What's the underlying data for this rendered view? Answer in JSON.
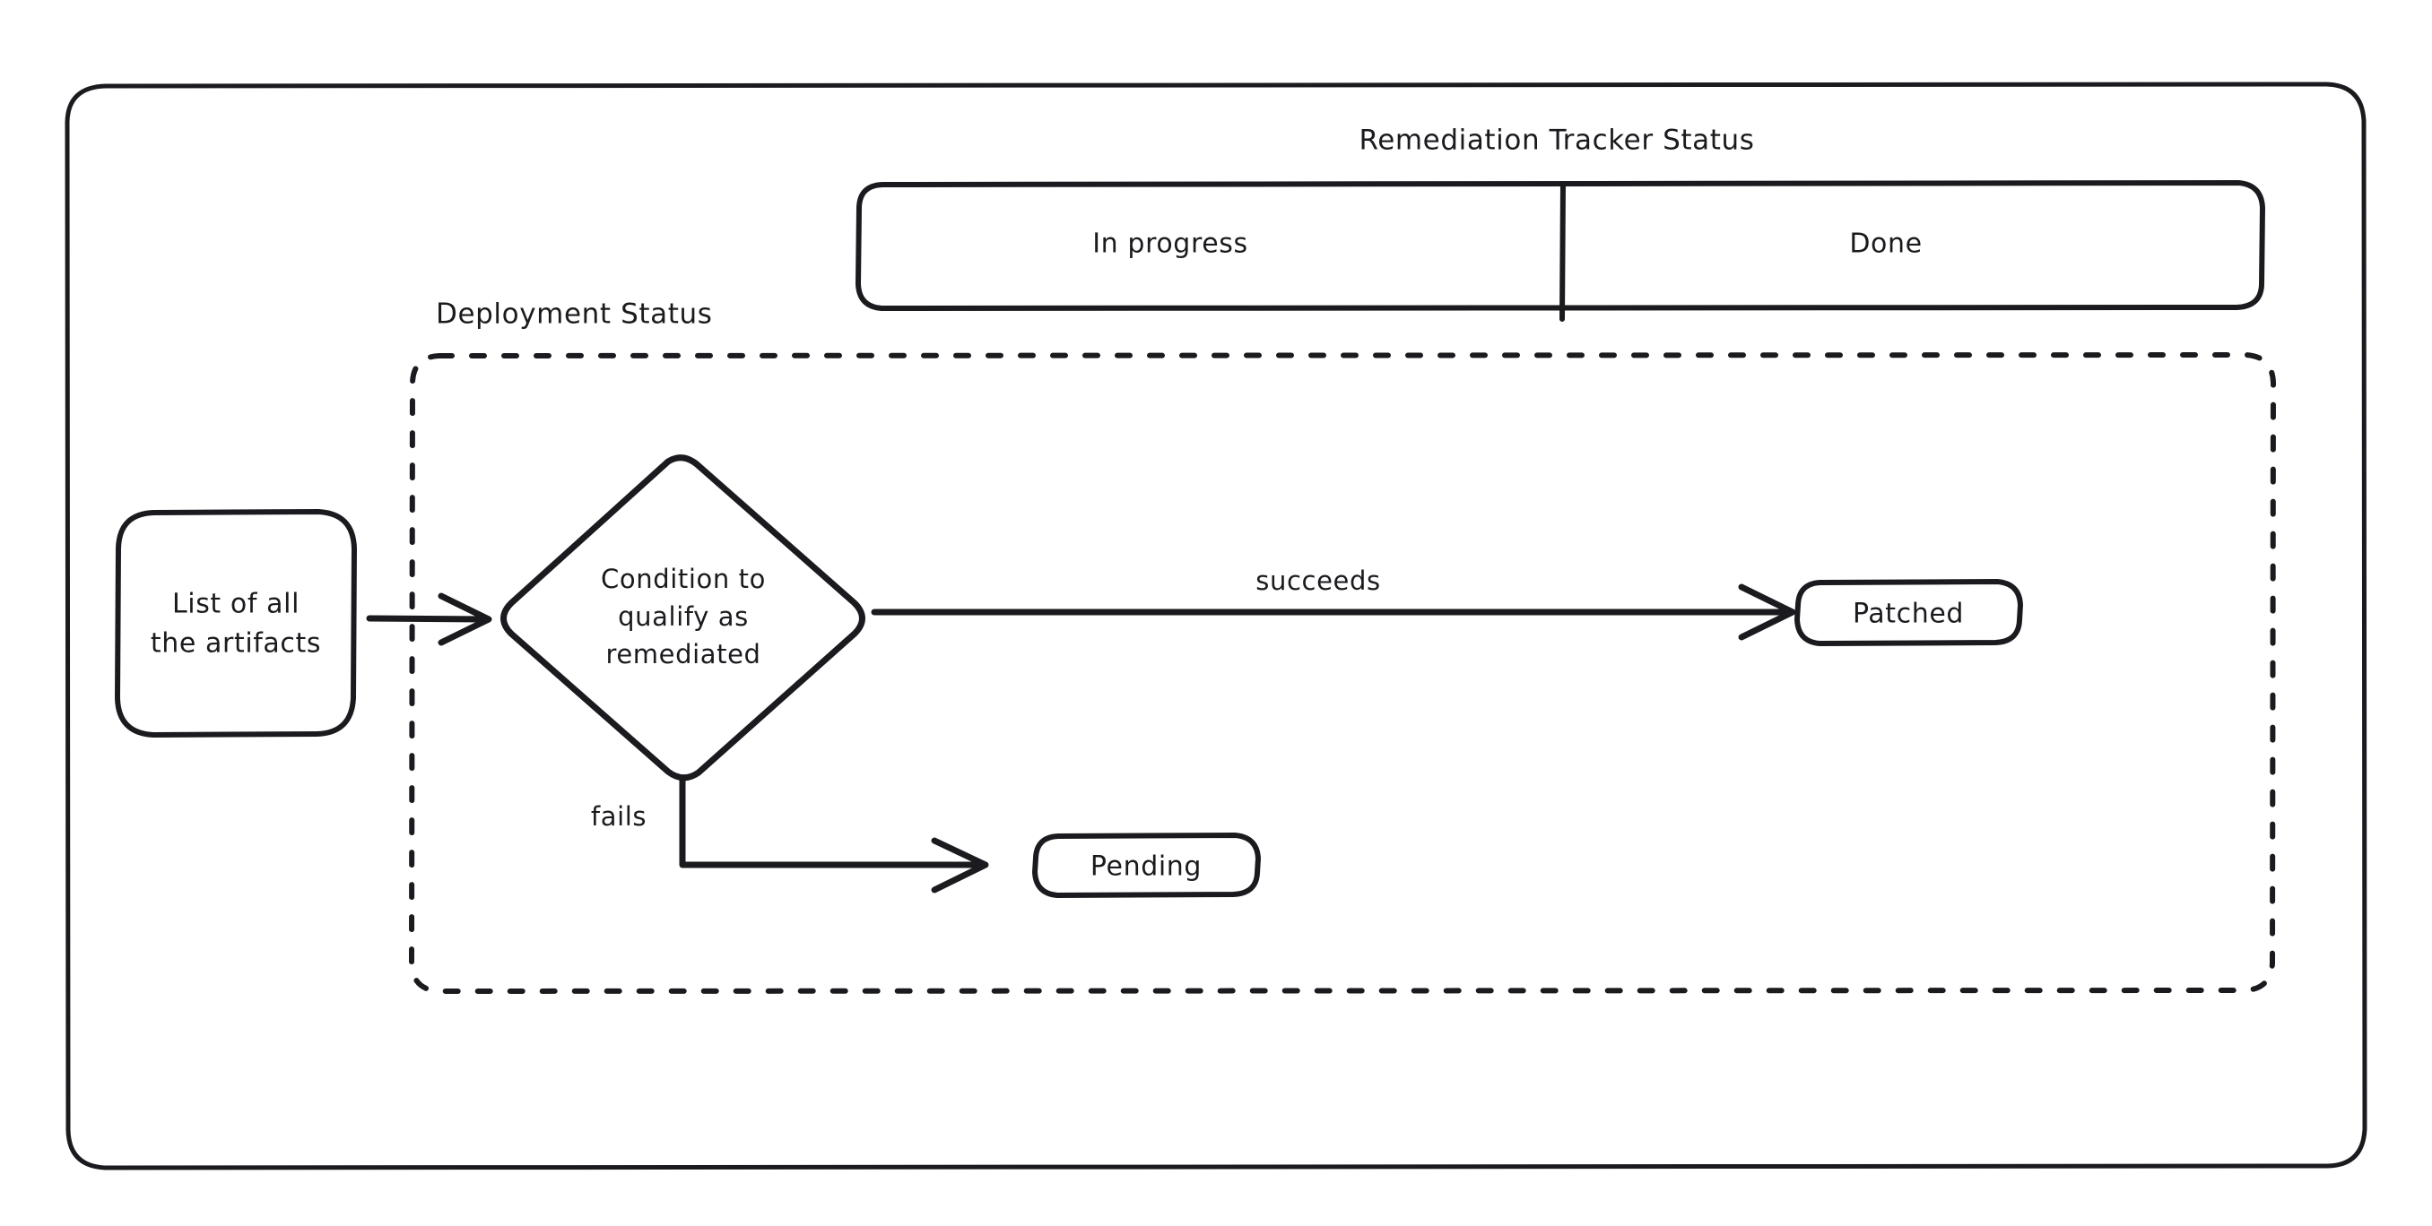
{
  "diagram": {
    "title_top": "Remediation Tracker Status",
    "title_group": "Deployment Status",
    "tracker_cells": [
      {
        "label": "In progress"
      },
      {
        "label": "Done"
      }
    ],
    "nodes": {
      "artifacts": {
        "line1": "List of all",
        "line2": "the artifacts"
      },
      "condition": {
        "line1": "Condition to",
        "line2": "qualify as",
        "line3": "remediated"
      },
      "patched": {
        "label": "Patched"
      },
      "pending": {
        "label": "Pending"
      }
    },
    "edges": {
      "succeeds": "succeeds",
      "fails": "fails"
    },
    "colors": {
      "stroke": "#1b1b1f",
      "background": "#ffffff",
      "text": "#1b1b1f"
    }
  }
}
